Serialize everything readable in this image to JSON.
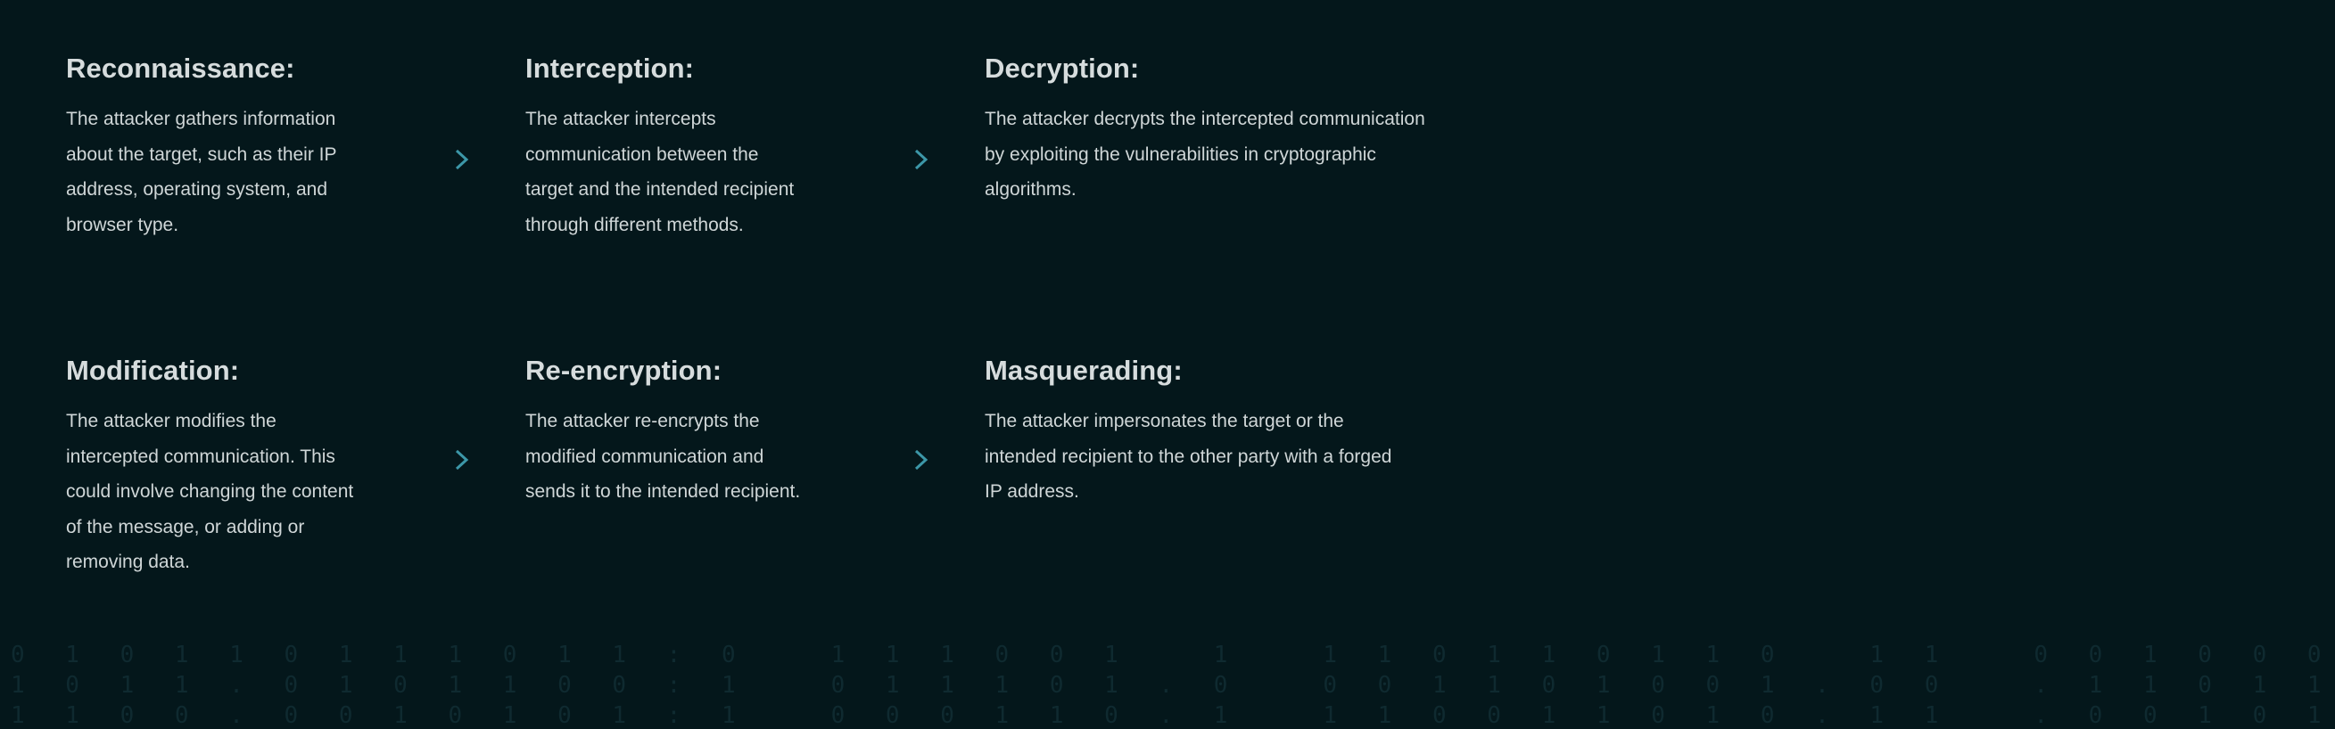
{
  "steps": [
    {
      "title": "Reconnaissance:",
      "description": "The attacker gathers information about the target, such as their IP address, operating system, and browser type."
    },
    {
      "title": "Interception:",
      "description": "The attacker intercepts communication between the target and the intended recipient through different methods."
    },
    {
      "title": "Decryption:",
      "description": "The attacker decrypts the intercepted communication by exploiting the vulnerabilities in cryptographic algorithms."
    },
    {
      "title": "Modification:",
      "description": "The attacker modifies the intercepted communication. This could involve changing the content of the message, or adding or removing data."
    },
    {
      "title": "Re-encryption:",
      "description": "The attacker re-encrypts the modified communication and sends it to the intended recipient."
    },
    {
      "title": "Masquerading:",
      "description": "The attacker impersonates the target or the intended recipient to the other party with a forged IP address."
    }
  ],
  "icons": {
    "flow_arrow": "arrow-right-icon"
  },
  "background_binary": [
    "0 1 0 1 1 0 1 1 1 0 1 1 : 0   1 1 1 0 0 1   1   1 1 0 1 1 0 1 1 0   1 1   0 0 1 0 0 0",
    "1 0 1 1 . 0 1 0 1 1 0 0 : 1   0 1 1 1 0 1 . 0   0 0 1 1 0 1 0 0 1 . 0 0   . 1 1 0 1 1",
    "1 1 0 0 . 0 0 1 0 1 0 1 : 1   0 0 0 1 1 0 . 1   1 1 0 0 1 1 0 1 0 . 1 1   . 0 0 1 0 1"
  ],
  "colors": {
    "background": "#04171b",
    "accent": "#3c97a8",
    "title": "#d6dcdd",
    "text": "#cfd6d7",
    "binary": "#0f2a30"
  }
}
